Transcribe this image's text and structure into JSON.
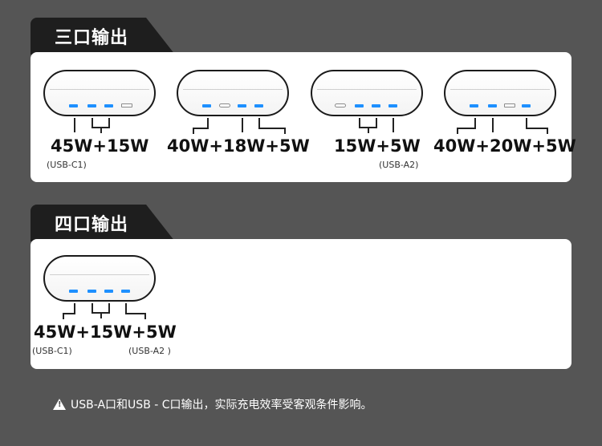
{
  "section1": {
    "title": "三口输出",
    "items": [
      {
        "watts": "45W+15W",
        "note": "(USB-C1)"
      },
      {
        "watts": "40W+18W+5W",
        "note": ""
      },
      {
        "watts": "15W+5W",
        "note": "(USB-A2)"
      },
      {
        "watts": "40W+20W+5W",
        "note": ""
      }
    ]
  },
  "section2": {
    "title": "四口输出",
    "items": [
      {
        "watts": "45W+15W+5W",
        "note_left": "(USB-C1)",
        "note_right": "(USB-A2 )"
      }
    ]
  },
  "footer": {
    "icon": "warning-icon",
    "text": "USB-A口和USB - C口输出，实际充电效率受客观条件影响。"
  },
  "colors": {
    "background": "#555555",
    "tab": "#1e1e1e",
    "port_c": "#1e90ff"
  }
}
